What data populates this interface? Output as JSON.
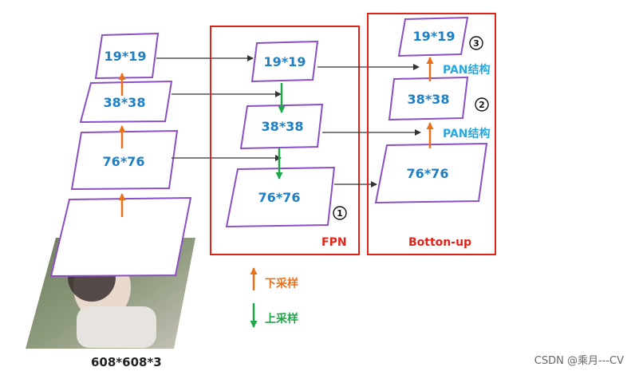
{
  "diagram": {
    "input_label": "608*608*3",
    "backbone": [
      "19*19",
      "38*38",
      "76*76"
    ],
    "fpn": {
      "title": "FPN",
      "levels": [
        "19*19",
        "38*38",
        "76*76"
      ],
      "marker": "①"
    },
    "bottom_up": {
      "title": "Botton-up",
      "levels": [
        "19*19",
        "38*38",
        "76*76"
      ],
      "markers": [
        "③",
        "②"
      ],
      "pan_labels": [
        "PAN结构",
        "PAN结构"
      ]
    },
    "legend": {
      "downsample": "下采样",
      "upsample": "上采样"
    },
    "colors": {
      "parallelogram_border": "#8b4fc4",
      "label_blue": "#1f7fc4",
      "box_red": "#e2231a",
      "downsample_orange": "#e8711c",
      "upsample_green": "#1fa84a",
      "pan_cyan": "#2aa7de"
    }
  },
  "watermark": "CSDN @乘月---CV"
}
